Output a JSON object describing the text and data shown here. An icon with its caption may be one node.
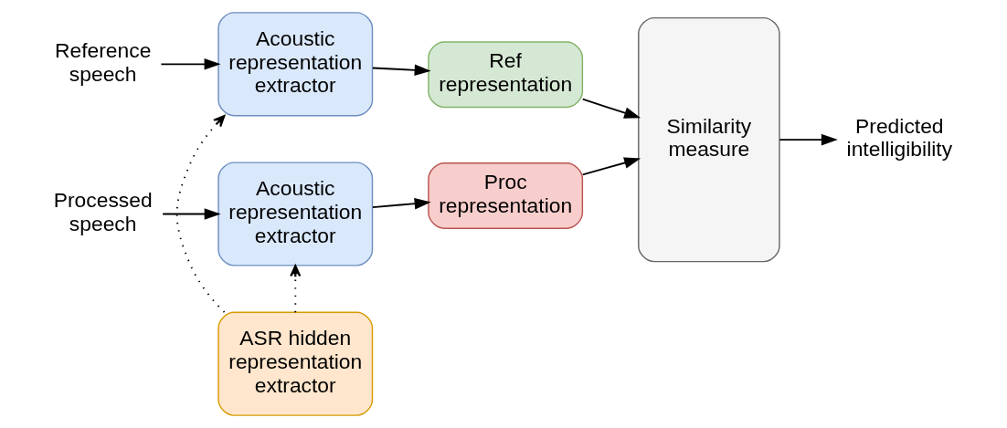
{
  "diagram": {
    "nodes": [
      {
        "text": [
          "Reference speech"
        ]
      },
      {
        "text": [
          "Acoustic representation extractor"
        ]
      },
      {
        "text": [
          "Ref representation"
        ]
      },
      {
        "text": [
          "Processed speech"
        ]
      },
      {
        "text": [
          "Acoustic representation extractor"
        ]
      },
      {
        "text": [
          "Proc representation"
        ]
      },
      {
        "text": [
          "ASR hidden representation extractor"
        ]
      },
      {
        "text": [
          "Similarity measure"
        ]
      },
      {
        "text": [
          "Predicted intelligibility"
        ]
      }
    ],
    "edges": [
      {
        "from": 0,
        "to": 1,
        "arrow": "to"
      },
      {
        "from": 1,
        "to": 2,
        "arrow": "to"
      },
      {
        "from": 2,
        "to": 7,
        "arrow": "to"
      },
      {
        "from": 3,
        "to": 4,
        "arrow": "to"
      },
      {
        "from": 4,
        "to": 5,
        "arrow": "to"
      },
      {
        "from": 5,
        "to": 7,
        "arrow": "to"
      },
      {
        "from": 7,
        "to": 8,
        "arrow": "to"
      },
      {
        "from": 6,
        "to": 4,
        "arrow": "to",
        "style": "dashed"
      },
      {
        "from": 6,
        "to": 1,
        "arrow": "to",
        "style": "dashed"
      }
    ]
  }
}
